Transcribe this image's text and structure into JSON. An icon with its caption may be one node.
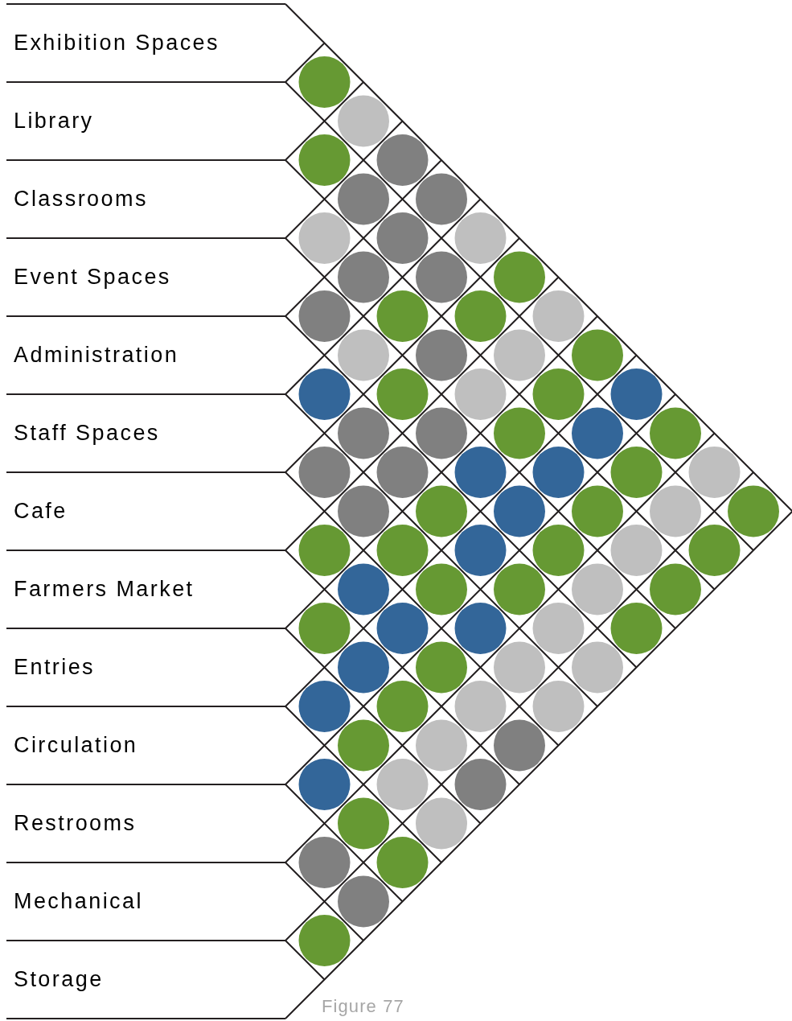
{
  "diagram": {
    "caption": "Figure 77",
    "nodes": [
      {
        "text": [
          "Exhibition Spaces"
        ]
      },
      {
        "text": [
          "Library"
        ]
      },
      {
        "text": [
          "Classrooms"
        ]
      },
      {
        "text": [
          "Event Spaces"
        ]
      },
      {
        "text": [
          "Administration"
        ]
      },
      {
        "text": [
          "Staff Spaces"
        ]
      },
      {
        "text": [
          "Cafe"
        ]
      },
      {
        "text": [
          "Farmers Market"
        ]
      },
      {
        "text": [
          "Entries"
        ]
      },
      {
        "text": [
          "Circulation"
        ]
      },
      {
        "text": [
          "Restrooms"
        ]
      },
      {
        "text": [
          "Mechanical"
        ]
      },
      {
        "text": [
          "Storage"
        ]
      }
    ]
  }
}
